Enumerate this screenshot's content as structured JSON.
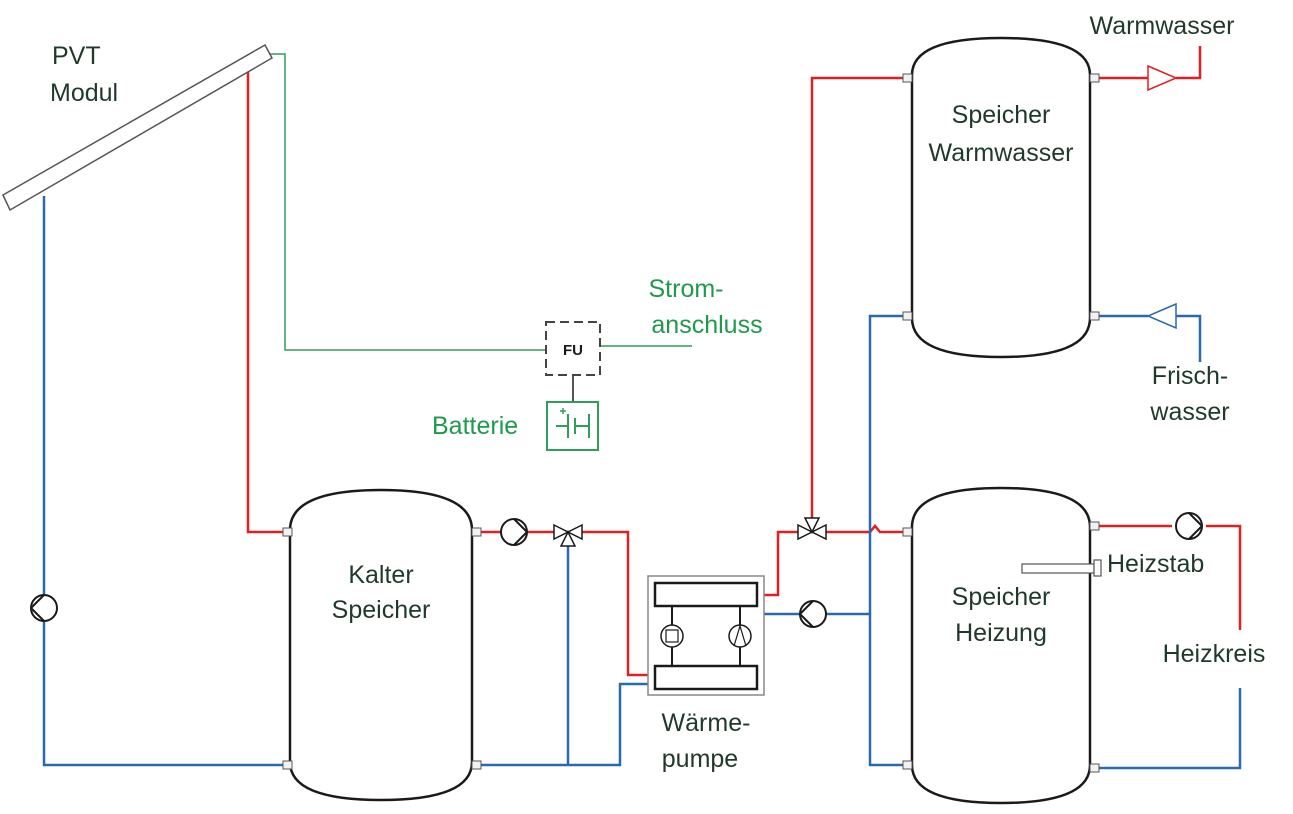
{
  "labels": {
    "pvt_line1": "PVT",
    "pvt_line2": "Modul",
    "warmwasser_out": "Warmwasser",
    "speicher_ww_line1": "Speicher",
    "speicher_ww_line2": "Warmwasser",
    "strom_line1": "Strom-",
    "strom_line2": "anschluss",
    "fu": "FU",
    "batterie": "Batterie",
    "frisch_line1": "Frisch-",
    "frisch_line2": "wasser",
    "kalt_line1": "Kalter",
    "kalt_line2": "Speicher",
    "heizstab": "Heizstab",
    "sh_line1": "Speicher",
    "sh_line2": "Heizung",
    "heizkreis": "Heizkreis",
    "wp_line1": "Wärme-",
    "wp_line2": "pumpe"
  },
  "colors": {
    "hot_pipe": "#e02020",
    "cold_pipe": "#2a68b0",
    "electric": "#2e9e5a",
    "text_dark": "#1f3a2a",
    "text_green": "#1f9a4c"
  },
  "icons": [
    "pump-icon",
    "three-way-valve-icon",
    "battery-icon",
    "heat-pump-icon",
    "fan-icon"
  ]
}
